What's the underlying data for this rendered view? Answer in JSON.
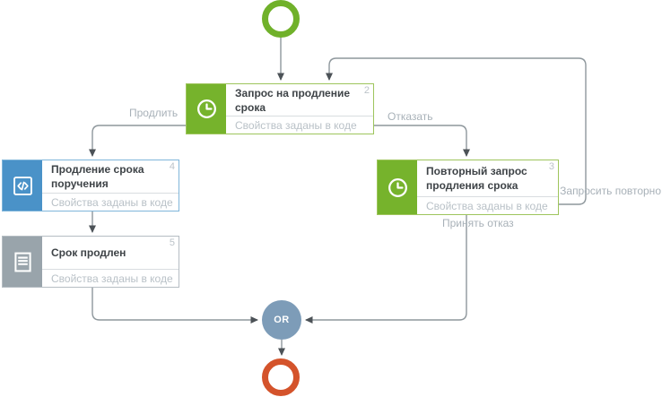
{
  "nodes": [
    {
      "number": "2",
      "title": "Запрос на продление срока",
      "subtitle": "Свойства заданы в коде",
      "icon": "clock-icon",
      "accent": "#76b32c"
    },
    {
      "number": "4",
      "title": "Продление срока поручения",
      "subtitle": "Свойства заданы в коде",
      "icon": "code-icon",
      "accent": "#4a92c8"
    },
    {
      "number": "3",
      "title": "Повторный запрос продления срока",
      "subtitle": "Свойства заданы в коде",
      "icon": "clock-icon",
      "accent": "#76b32c"
    },
    {
      "number": "5",
      "title": "Срок продлен",
      "subtitle": "Свойства заданы в коде",
      "icon": "document-icon",
      "accent": "#99a4ab"
    }
  ],
  "edge_labels": {
    "prodlit": "Продлить",
    "otkazat": "Отказать",
    "zaprosit_povtorno": "Запросить повторно",
    "prinyat_otkaz": "Принять отказ"
  },
  "gateway": {
    "label": "OR",
    "color": "#7d9cb8"
  },
  "events": {
    "start_color": "#70b12a",
    "end_color": "#d4532b"
  },
  "colors": {
    "edge": "#8e979c",
    "arrowhead": "#4c5257",
    "node_border_green": "#9ec55c",
    "node_border_blue": "#7fb5da",
    "node_border_gray": "#b5bdc3",
    "title_text": "#3e4347",
    "muted_text": "#b9c1c7",
    "label_text": "#a8b1b8"
  }
}
